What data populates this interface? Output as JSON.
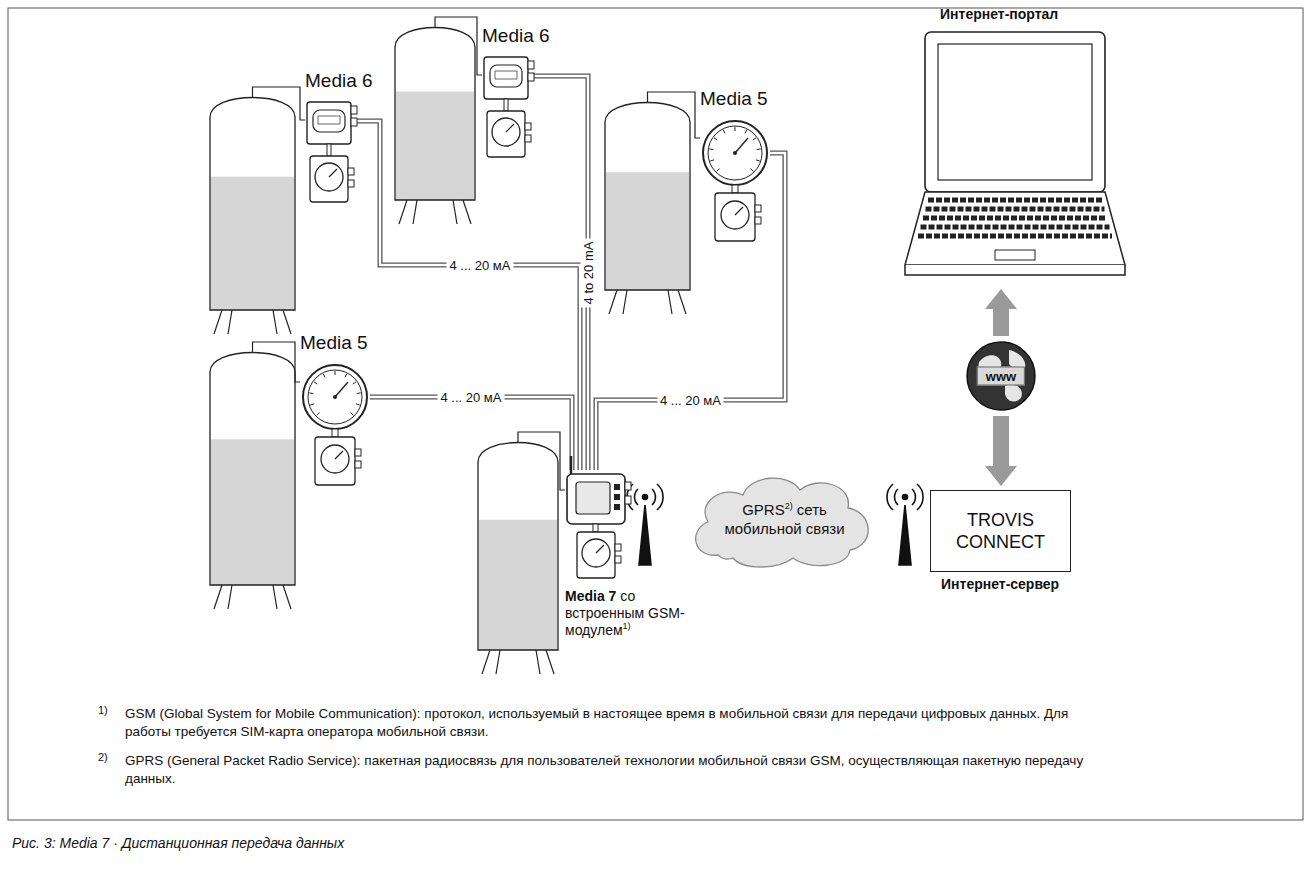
{
  "diagram": {
    "caption": "Рис. 3: Media 7 · Дистанционная передача данных",
    "nodes": [
      {
        "text": [
          "Media 6"
        ]
      },
      {
        "text": [
          "Media 6"
        ]
      },
      {
        "text": [
          "Media 5"
        ]
      },
      {
        "text": [
          "Media 5"
        ]
      },
      {
        "text": [
          "Media 7",
          "со встроенным GSM-модулем",
          "1)"
        ]
      },
      {
        "text": [
          "GPRS",
          "2)",
          "сеть мобильной связи"
        ]
      },
      {
        "text": [
          "TROVIS CONNECT",
          "Интернет-сервер"
        ]
      },
      {
        "text": [
          "www"
        ]
      },
      {
        "text": [
          "Интернет-портал"
        ]
      }
    ],
    "edges": [
      {
        "from": 0,
        "to": 4,
        "arrow": "none",
        "label": "4 ... 20 мА"
      },
      {
        "from": 1,
        "to": 4,
        "arrow": "none",
        "label": "4 to 20 mA"
      },
      {
        "from": 2,
        "to": 4,
        "arrow": "none",
        "label": "4 ... 20 мА"
      },
      {
        "from": 3,
        "to": 4,
        "arrow": "none",
        "label": "4 ... 20 мА"
      },
      {
        "from": 7,
        "to": 8,
        "arrow": "to"
      },
      {
        "from": 7,
        "to": 6,
        "arrow": "to"
      }
    ],
    "labels": [
      "1)",
      "GSM (Global System for Mobile Communication): протокол, используемый в настоящее время в мобильной связи для передачи цифровых данных. Для работы требуется SIM-карта оператора мобильной связи.",
      "2)",
      "GPRS (General Packet Radio Service): пакетная радиосвязь для пользователей технологии мобильной связи GSM, осуществляющая пакетную передачу данных."
    ]
  }
}
